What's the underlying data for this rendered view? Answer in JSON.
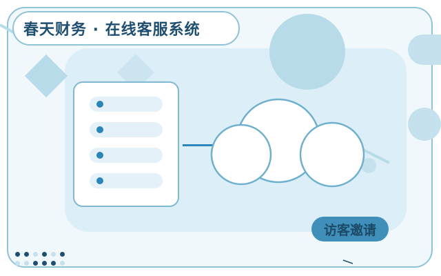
{
  "header": {
    "title": "春天财务 · 在线客服系统"
  },
  "actions": {
    "invite_label": "访客邀请"
  },
  "illustration": {
    "list_items": [
      {
        "icon": "bullet-dot"
      },
      {
        "icon": "bullet-dot"
      },
      {
        "icon": "bullet-dot"
      },
      {
        "icon": "bullet-dot"
      }
    ],
    "cloud_icon": "cloud-icon"
  },
  "colors": {
    "accent": "#2a86b8",
    "title_text": "#1f4f70",
    "button_bg": "#3f8fba",
    "frame_border": "#8fc3d6",
    "panel_bg": "#dceef7"
  }
}
